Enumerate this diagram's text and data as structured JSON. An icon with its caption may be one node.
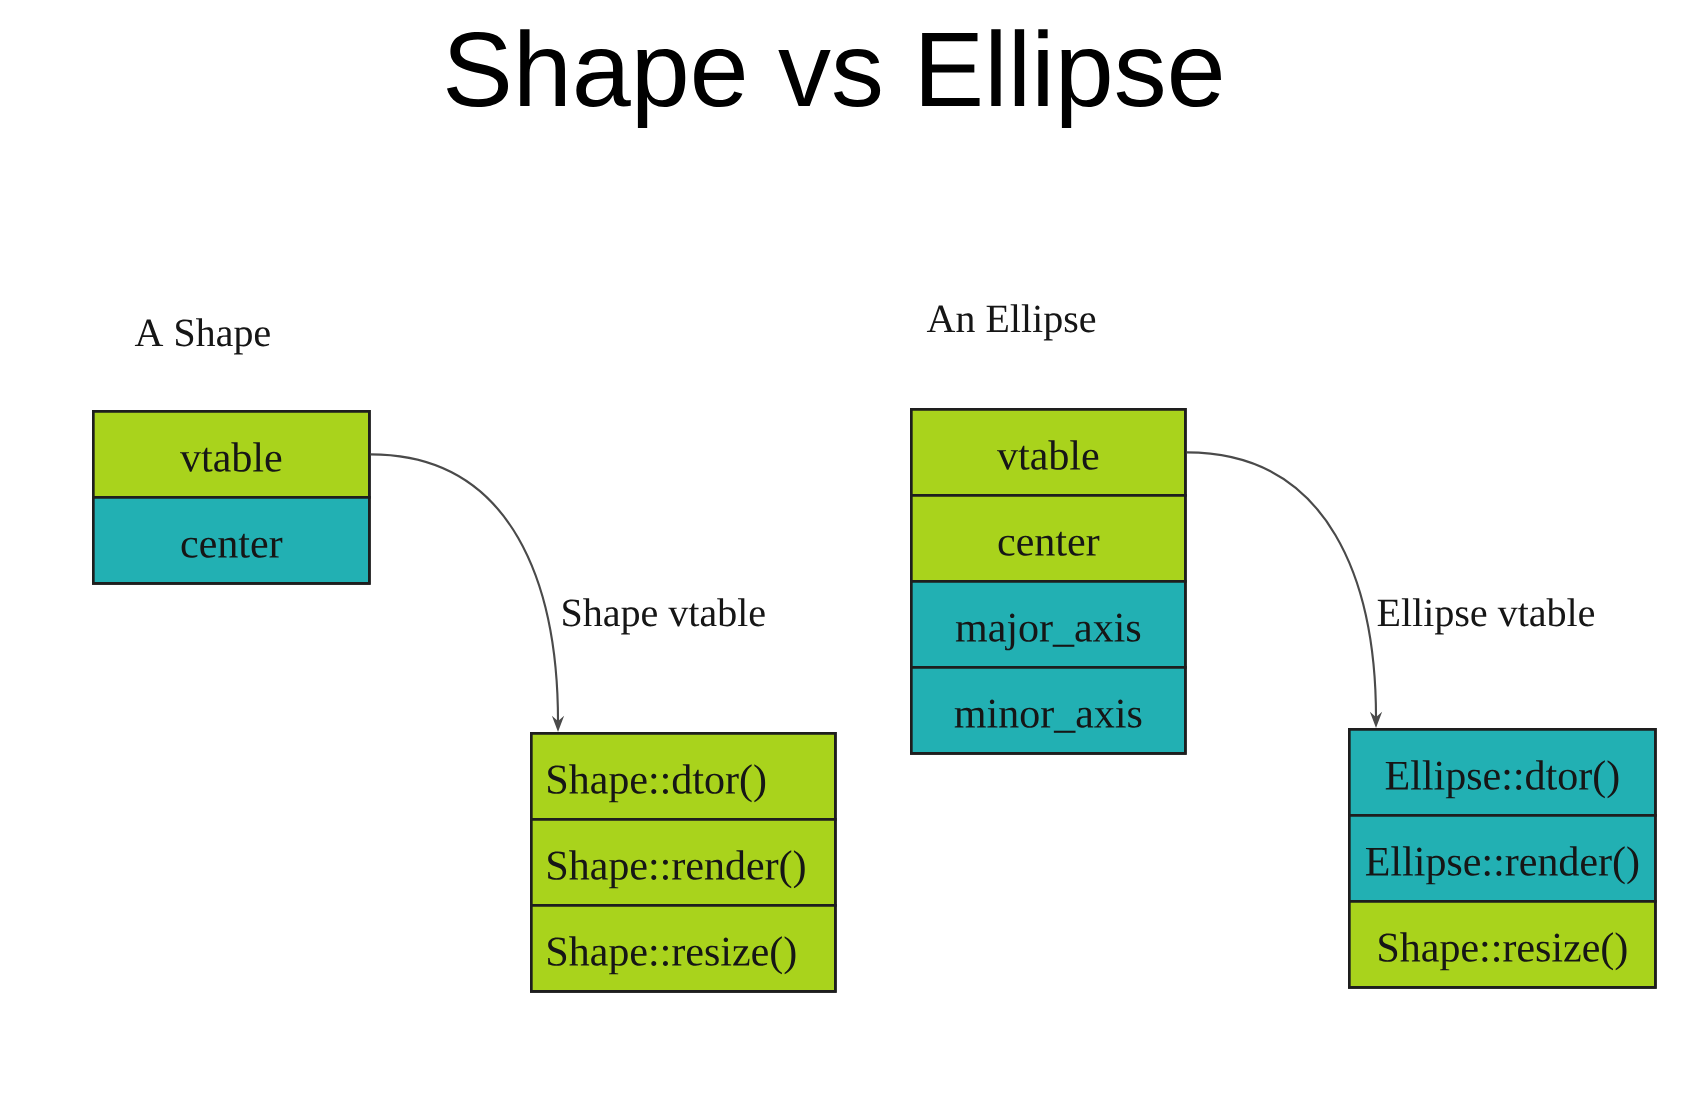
{
  "diagram": {
    "title": "Shape vs Ellipse",
    "nodes": [
      {
        "text": [
          "A Shape"
        ]
      },
      {
        "text": [
          "vtable"
        ],
        "in": 0
      },
      {
        "text": [
          "center"
        ],
        "in": 0
      },
      {
        "text": [
          "Shape vtable"
        ]
      },
      {
        "text": [
          "Shape::dtor()"
        ],
        "in": 3
      },
      {
        "text": [
          "Shape::render()"
        ],
        "in": 3
      },
      {
        "text": [
          "Shape::resize()"
        ],
        "in": 3
      },
      {
        "text": [
          "An Ellipse"
        ]
      },
      {
        "text": [
          "vtable"
        ],
        "in": 7
      },
      {
        "text": [
          "center"
        ],
        "in": 7
      },
      {
        "text": [
          "major_axis"
        ],
        "in": 7
      },
      {
        "text": [
          "minor_axis"
        ],
        "in": 7
      },
      {
        "text": [
          "Ellipse vtable"
        ]
      },
      {
        "text": [
          "Ellipse::dtor()"
        ],
        "in": 12
      },
      {
        "text": [
          "Ellipse::render()"
        ],
        "in": 12
      },
      {
        "text": [
          "Shape::resize()"
        ],
        "in": 12
      }
    ],
    "edges": [
      {
        "from": 1,
        "to": 3,
        "arrow": "to"
      },
      {
        "from": 8,
        "to": 12,
        "arrow": "to"
      }
    ]
  }
}
